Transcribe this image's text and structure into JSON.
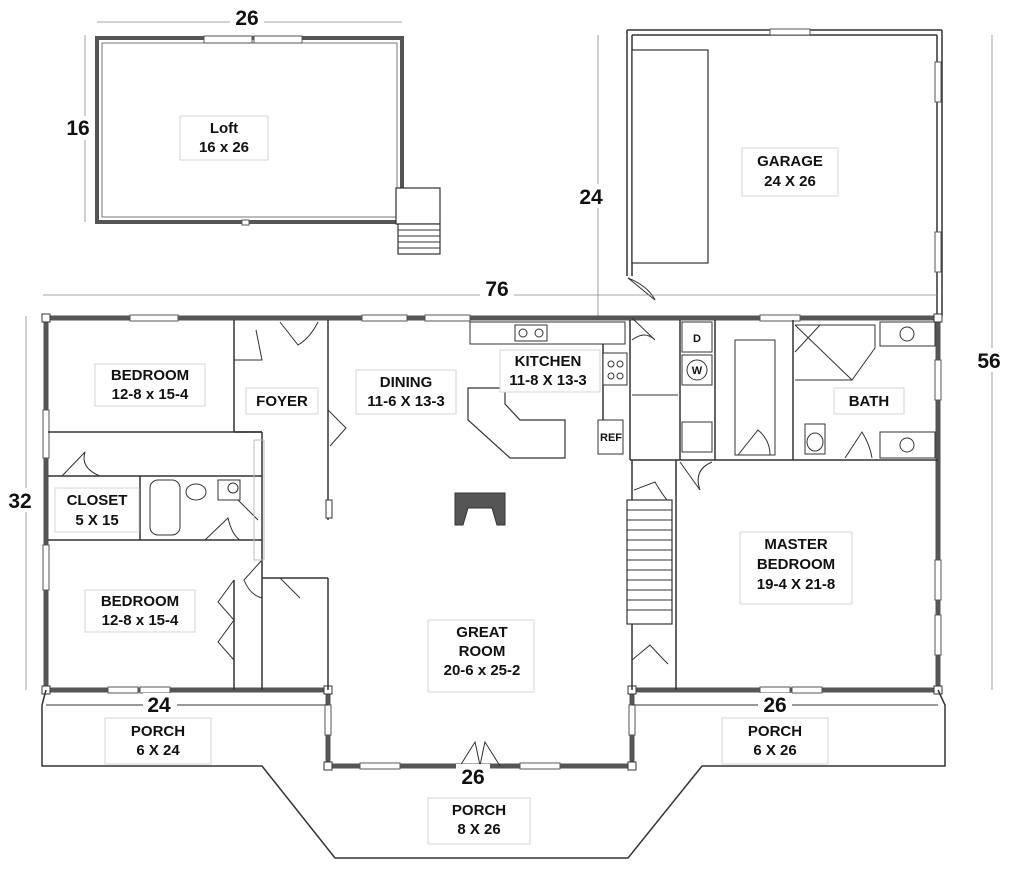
{
  "rooms": {
    "loft": {
      "name": "Loft",
      "size": "16 x 26"
    },
    "garage": {
      "name": "GARAGE",
      "size": "24 X 26"
    },
    "bedroom1": {
      "name": "BEDROOM",
      "size": "12-8 x 15-4"
    },
    "foyer": {
      "name": "FOYER"
    },
    "dining": {
      "name": "DINING",
      "size": "11-6 X 13-3"
    },
    "kitchen": {
      "name": "KITCHEN",
      "size": "11-8 X 13-3"
    },
    "bath": {
      "name": "BATH"
    },
    "closet": {
      "name": "CLOSET",
      "size": "5 X 15"
    },
    "master": {
      "name1": "MASTER",
      "name2": "BEDROOM",
      "size": "19-4 X 21-8"
    },
    "bedroom2": {
      "name": "BEDROOM",
      "size": "12-8 x 15-4"
    },
    "great_room": {
      "name1": "GREAT",
      "name2": "ROOM",
      "size": "20-6 x 25-2"
    },
    "porch_left": {
      "name": "PORCH",
      "size": "6 X 24"
    },
    "porch_right": {
      "name": "PORCH",
      "size": "6 X 26"
    },
    "porch_front": {
      "name": "PORCH",
      "size": "8 X 26"
    }
  },
  "fixtures": {
    "ref": "REF",
    "dryer": "D",
    "washer": "W"
  },
  "dimensions": {
    "loft_width": "26",
    "loft_depth": "16",
    "garage_depth": "24",
    "overall_width": "76",
    "overall_depth": "56",
    "left_depth": "32",
    "left_wing_width": "24",
    "right_wing_width": "26",
    "center_width": "26"
  }
}
